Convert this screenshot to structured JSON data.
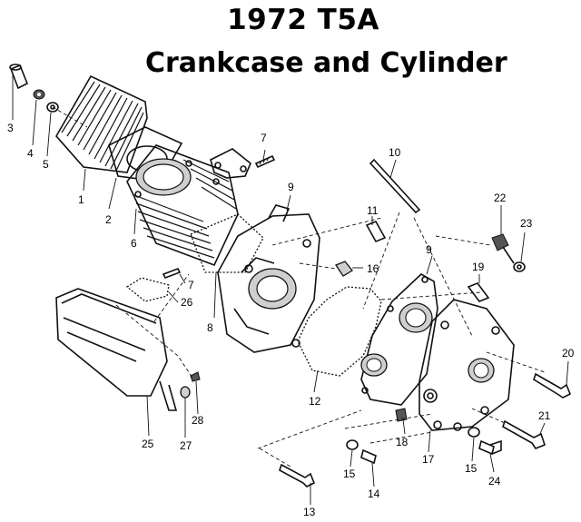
{
  "title": "1972 T5A",
  "subtitle": "Crankcase and Cylinder",
  "callouts": [
    {
      "id": "c3",
      "label": "3"
    },
    {
      "id": "c4",
      "label": "4"
    },
    {
      "id": "c5",
      "label": "5"
    },
    {
      "id": "c1",
      "label": "1"
    },
    {
      "id": "c2",
      "label": "2"
    },
    {
      "id": "c6",
      "label": "6"
    },
    {
      "id": "c7a",
      "label": "7"
    },
    {
      "id": "c7b",
      "label": "7"
    },
    {
      "id": "c8",
      "label": "8"
    },
    {
      "id": "c9a",
      "label": "9"
    },
    {
      "id": "c9b",
      "label": "9"
    },
    {
      "id": "c10",
      "label": "10"
    },
    {
      "id": "c11",
      "label": "11"
    },
    {
      "id": "c12",
      "label": "12"
    },
    {
      "id": "c13",
      "label": "13"
    },
    {
      "id": "c14",
      "label": "14"
    },
    {
      "id": "c15a",
      "label": "15"
    },
    {
      "id": "c15b",
      "label": "15"
    },
    {
      "id": "c16",
      "label": "16"
    },
    {
      "id": "c17",
      "label": "17"
    },
    {
      "id": "c18",
      "label": "18"
    },
    {
      "id": "c19",
      "label": "19"
    },
    {
      "id": "c20",
      "label": "20"
    },
    {
      "id": "c21",
      "label": "21"
    },
    {
      "id": "c22",
      "label": "22"
    },
    {
      "id": "c23",
      "label": "23"
    },
    {
      "id": "c24",
      "label": "24"
    },
    {
      "id": "c25",
      "label": "25"
    },
    {
      "id": "c26",
      "label": "26"
    },
    {
      "id": "c27",
      "label": "27"
    },
    {
      "id": "c28",
      "label": "28"
    }
  ]
}
